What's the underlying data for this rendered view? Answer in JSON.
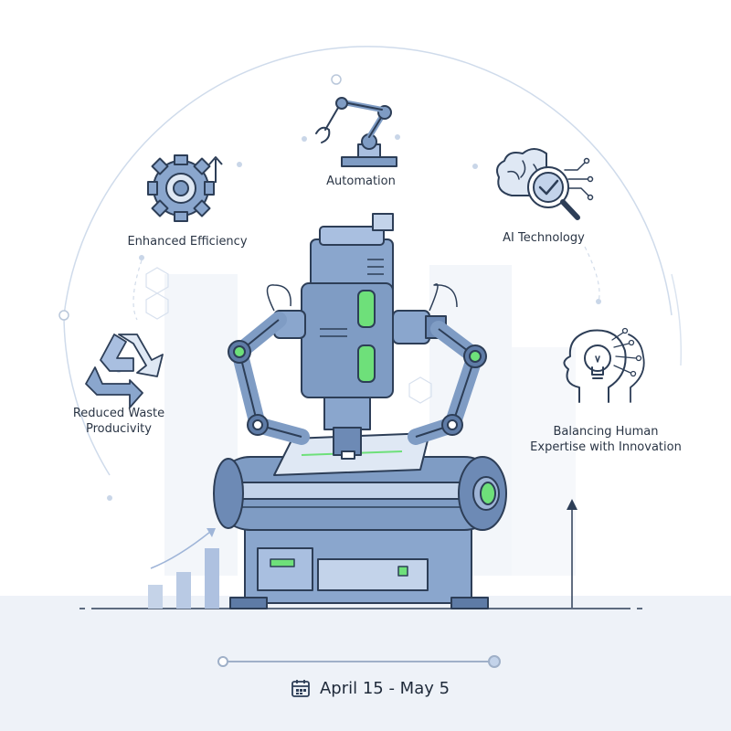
{
  "labels": {
    "automation": "Automation",
    "efficiency": "Enhanced Efficiency",
    "ai": "AI Technology",
    "waste_line1": "Reduced Waste",
    "waste_line2": "Producivity",
    "balance_line1": "Balancing Human",
    "balance_line2": "Expertise with Innovation"
  },
  "timeline": {
    "date_range": "April 15 - May 5"
  },
  "icons": {
    "automation": "robot-arm-icon",
    "efficiency": "gear-up-arrow-icon",
    "ai": "brain-magnifier-icon",
    "waste": "recycle-icon",
    "balance": "head-lightbulb-icon",
    "calendar": "calendar-icon"
  },
  "colors": {
    "machine_body": "#7f9cc4",
    "machine_dark": "#2d3e57",
    "accent_green": "#6ee07a",
    "line_light": "#c9d6e8",
    "ground": "#eef2f8"
  }
}
